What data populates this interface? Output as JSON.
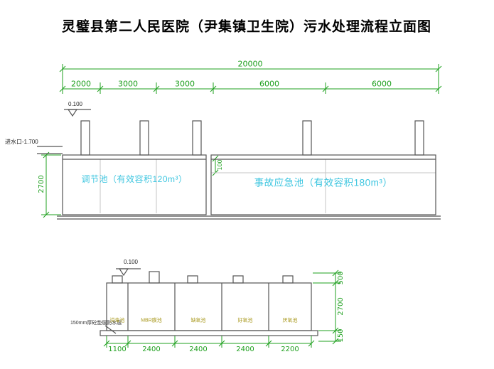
{
  "title": "灵璧县第二人民医院（尹集镇卫生院）污水处理流程立面图",
  "upper": {
    "total_dim": "20000",
    "segment_dims": [
      "2000",
      "3000",
      "3000",
      "6000",
      "6000"
    ],
    "level_mark": "0.100",
    "inlet_label": "进水口-1.700",
    "left_height_dim": "2700",
    "freeboard_dim": "100",
    "tank_left_label": "调节池（有效容积120m³）",
    "tank_right_label": "事故应急池（有效容积180m³）"
  },
  "lower": {
    "level_mark": "0.100",
    "base_note": "150mm厚砼垫层防水层",
    "compartments": [
      "消毒池",
      "MBR膜池",
      "缺氧池",
      "好氧池",
      "厌氧池"
    ],
    "bottom_dims": [
      "1100",
      "2400",
      "2400",
      "2400",
      "2200"
    ],
    "right_dims": [
      "500",
      "2700",
      "150"
    ]
  },
  "colors": {
    "dimension_green": "#1fa01f",
    "tank_label_cyan": "#3ec6e0",
    "compartment_olive": "#a8981c"
  }
}
